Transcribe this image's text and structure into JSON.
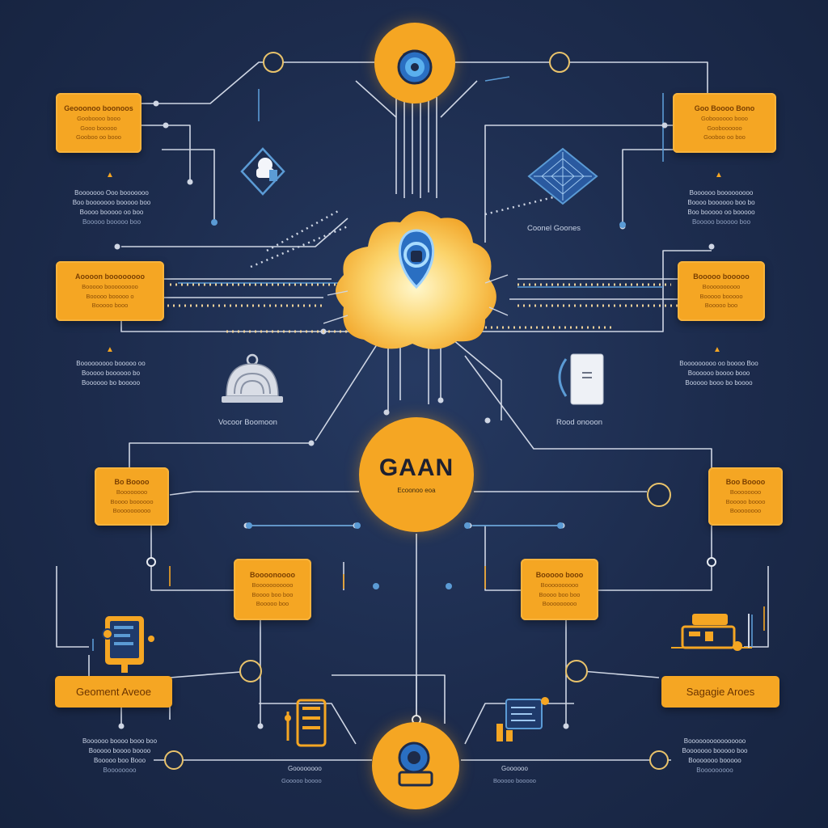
{
  "hub": {
    "title": "GAAN",
    "subtitle": "Ecoonoo eoa"
  },
  "boxes": {
    "top_left": {
      "title": "Geooonoo boonoos",
      "lines": [
        "Gooboooo booo",
        "Gooo booooo",
        "Gooboo oo booo"
      ]
    },
    "top_right": {
      "title": "Goo Boooo Bono",
      "lines": [
        "Goboooooo booo",
        "Gooboooooo",
        "Gooboo oo boo"
      ]
    },
    "mid_left": {
      "title": "Aoooon boooooooo",
      "lines": [
        "Booooo booooooooo",
        "Booooo booooo o",
        "Booooo booo"
      ]
    },
    "mid_right": {
      "title": "Booooo booooo",
      "lines": [
        "Boooooooooo",
        "Booooo booooo",
        "Booooo boo"
      ]
    },
    "low_left": {
      "title": "Bo Boooo",
      "lines": [
        "Boooooooo",
        "Boooo boooooo",
        "Boooooooooo"
      ]
    },
    "low_right": {
      "title": "Boo Boooo",
      "lines": [
        "Boooooooo",
        "Booooo boooo",
        "Boooooooo"
      ]
    },
    "inner_left": {
      "title": "Boooonoooo",
      "lines": [
        "Booooooooooo",
        "Boooo boo boo",
        "Booooo boo"
      ]
    },
    "inner_right": {
      "title": "Booooo booo",
      "lines": [
        "Boooooooooo",
        "Boooo boo boo",
        "Booooooooo"
      ]
    }
  },
  "buttons": {
    "left": "Geoment Aveoe",
    "right": "Sagagie Aroes"
  },
  "captions": {
    "mid_top_right": "Coonel Goones",
    "left_vessel": "Vocoor Boomoon",
    "right_device": "Rood onooon",
    "bottom_center_a": "Goooooooo",
    "bottom_center_b": "Gooooo boooo",
    "bottom_right_a": "Goooooo",
    "bottom_right_b": "Booooo booooo"
  },
  "notes": {
    "top_left": [
      "Booooooo Ooo booooooo",
      "Boo booooooo booooo boo",
      "Boooo booooo oo boo",
      "Booooo booooo boo"
    ],
    "top_right": [
      "Boooooo booooooooo",
      "Boooo boooooo boo bo",
      "Boo booooo oo booooo",
      "Booooo booooo boo"
    ],
    "mid_left": [
      "Booooooooo booooo oo",
      "Booooo boooooo bo",
      "Boooooo bo booooo"
    ],
    "mid_right": [
      "Booooooooo oo boooo Boo",
      "Boooooo boooo booo",
      "Booooo booo bo boooo"
    ],
    "bottom_left": [
      "Boooooo boooo booo boo",
      "Booooo boooo boooo",
      "Booooo boo Booo",
      "Boooooooo"
    ],
    "bottom_right": [
      "Boooooooooooooooo",
      "Booooooo booooo boo",
      "Booooooo booooo",
      "Booooooooo"
    ]
  },
  "colors": {
    "accent": "#f5a623",
    "wire": "#cfd6e4",
    "wire_blue": "#5b9bd5",
    "background": "#1b2a4a"
  },
  "icons": [
    "shield-icon",
    "network-icon",
    "brain-cloud-icon",
    "balance-icon",
    "device-icon",
    "clipboard-icon",
    "robot-arm-icon",
    "machine-icon",
    "camera-icon",
    "pipeline-icon"
  ]
}
